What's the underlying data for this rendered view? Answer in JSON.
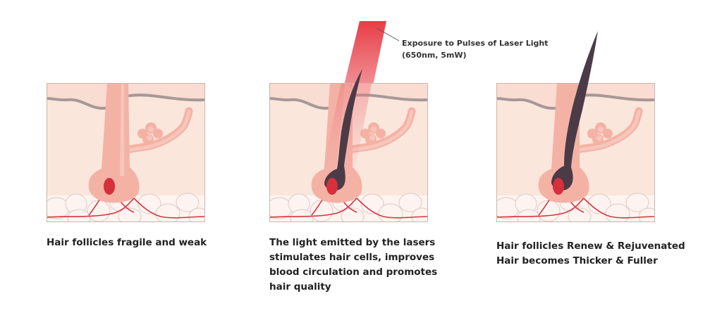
{
  "laser_callout": {
    "line1": "Exposure to Pulses of Laser Light",
    "line2": "(650nm, 5mW)"
  },
  "panels": [
    {
      "caption_lines": [
        "Hair follicles fragile and weak"
      ]
    },
    {
      "caption_lines": [
        "The light emitted by the lasers",
        "stimulates hair cells, improves",
        "blood circulation and promotes",
        "hair quality"
      ]
    },
    {
      "caption_lines": [
        "Hair follicles Renew & Rejuvenated",
        "Hair becomes Thicker & Fuller"
      ]
    }
  ],
  "colors": {
    "skin": "#fbe6dc",
    "epidermis": "#f9dcd2",
    "dermis_line": "#a79898",
    "follicle": "#f4b2a5",
    "follicle_light": "#f7c6bb",
    "papilla": "#d5303c",
    "vessel": "#d7343d",
    "fat": "#fdf4f1",
    "fat_outline": "#e4cfca",
    "hair": "#4b3b46",
    "laser": "#e73c45",
    "border": "#c9b6b0"
  }
}
